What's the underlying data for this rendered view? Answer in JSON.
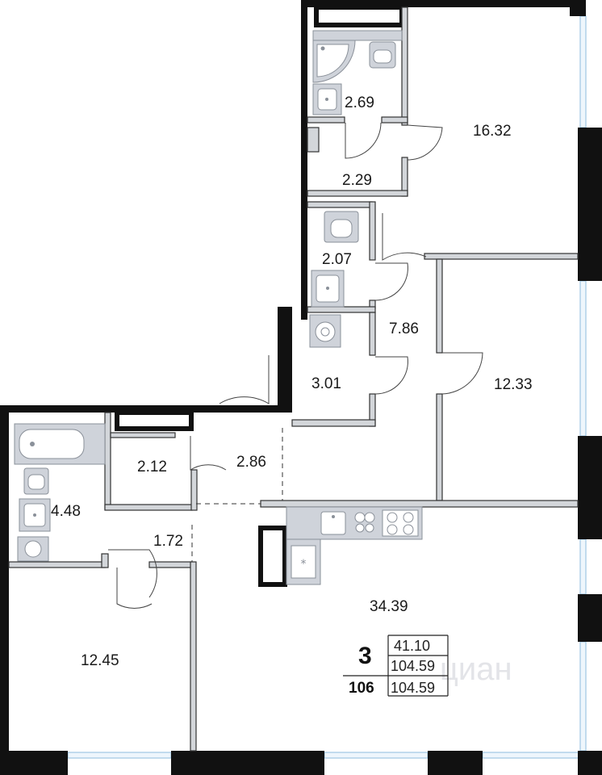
{
  "plan": {
    "rooms": [
      {
        "id": "bath-top",
        "area": "2.69"
      },
      {
        "id": "bedroom-top",
        "area": "16.32"
      },
      {
        "id": "corridor-top",
        "area": "2.29"
      },
      {
        "id": "wc",
        "area": "2.07"
      },
      {
        "id": "hall",
        "area": "7.86"
      },
      {
        "id": "storage",
        "area": "3.01"
      },
      {
        "id": "bedroom-right",
        "area": "12.33"
      },
      {
        "id": "bath-left",
        "area": "4.48"
      },
      {
        "id": "dressing",
        "area": "2.12"
      },
      {
        "id": "entry",
        "area": "2.86"
      },
      {
        "id": "corridor-left",
        "area": "1.72"
      },
      {
        "id": "living-kitchen",
        "area": "34.39"
      },
      {
        "id": "bedroom-left",
        "area": "12.45"
      }
    ]
  },
  "info": {
    "rooms_count": "3",
    "living_area": "41.10",
    "total_area": "104.59",
    "apartment_number": "106",
    "total_area_2": "104.59"
  },
  "watermark": "циан",
  "colors": {
    "wall": "#111111",
    "partition": "#d3d6da",
    "fixture": "#cfd3da",
    "window": "#9fc6e3"
  }
}
